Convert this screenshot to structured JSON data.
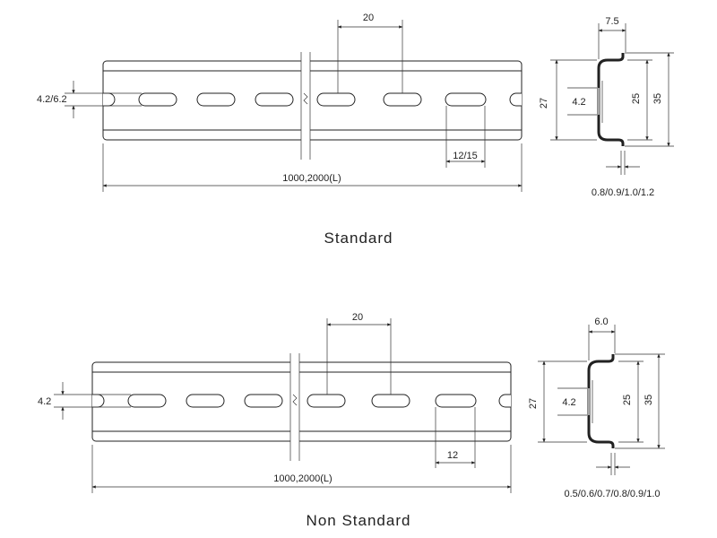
{
  "standard": {
    "caption": "Standard",
    "pitch": "20",
    "slot_height": "4.2/6.2",
    "slot_length": "12/15",
    "length": "1000,2000(L)",
    "profile": {
      "flange": "7.5",
      "height_outer": "27",
      "inner_hole": "4.2",
      "inner_height": "25",
      "total_height": "35",
      "thickness": "0.8/0.9/1.0/1.2"
    }
  },
  "non_standard": {
    "caption": "Non Standard",
    "pitch": "20",
    "slot_height": "4.2",
    "slot_length": "12",
    "length": "1000,2000(L)",
    "profile": {
      "flange": "6.0",
      "height_outer": "27",
      "inner_hole": "4.2",
      "inner_height": "25",
      "total_height": "35",
      "thickness": "0.5/0.6/0.7/0.8/0.9/1.0"
    }
  }
}
